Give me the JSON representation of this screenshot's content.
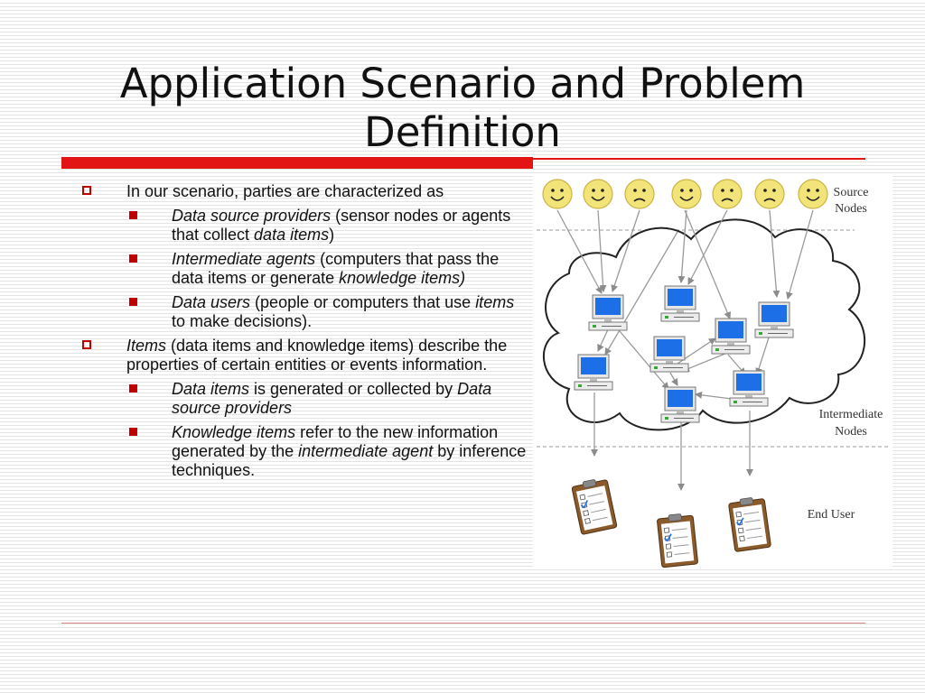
{
  "slide": {
    "title_line1": "Application Scenario and Problem",
    "title_line2": "Definition"
  },
  "bullets": {
    "b1": {
      "text": "In our scenario, parties are characterized as"
    },
    "b1_1": {
      "italic1": "Data source providers",
      "text1": " (sensor nodes or agents that collect ",
      "italic2": "data items",
      "text2": ")"
    },
    "b1_2": {
      "italic1": "Intermediate agents",
      "text1": " (computers that pass the data items or generate ",
      "italic2": "knowledge items)"
    },
    "b1_3": {
      "italic1": "Data users",
      "text1": " (people or computers that use ",
      "italic2": "items",
      "text2": " to make decisions)."
    },
    "b2": {
      "italic1": "Items",
      "text1": " (data items and knowledge items) describe the properties of certain entities or events information."
    },
    "b2_1": {
      "italic1": "Data items",
      "text1": " is generated or collected by ",
      "italic2": "Data source providers"
    },
    "b2_2": {
      "italic1": "Knowledge items",
      "text1": " refer to the new information generated by the ",
      "italic2": "intermediate agent",
      "text2": " by inference techniques."
    }
  },
  "diagram": {
    "label_source_1": "Source",
    "label_source_2": "Nodes",
    "label_intermediate_1": "Intermediate",
    "label_intermediate_2": "Nodes",
    "label_end_user": "End User",
    "faces": [
      "happy",
      "happy",
      "sad",
      "happy",
      "sad",
      "sad",
      "happy"
    ],
    "colors": {
      "face": "#f3e47a",
      "screen": "#1c6fe6",
      "cloud_stroke": "#222222",
      "arrow": "#999999",
      "clipboard": "#8b5a2b"
    }
  }
}
